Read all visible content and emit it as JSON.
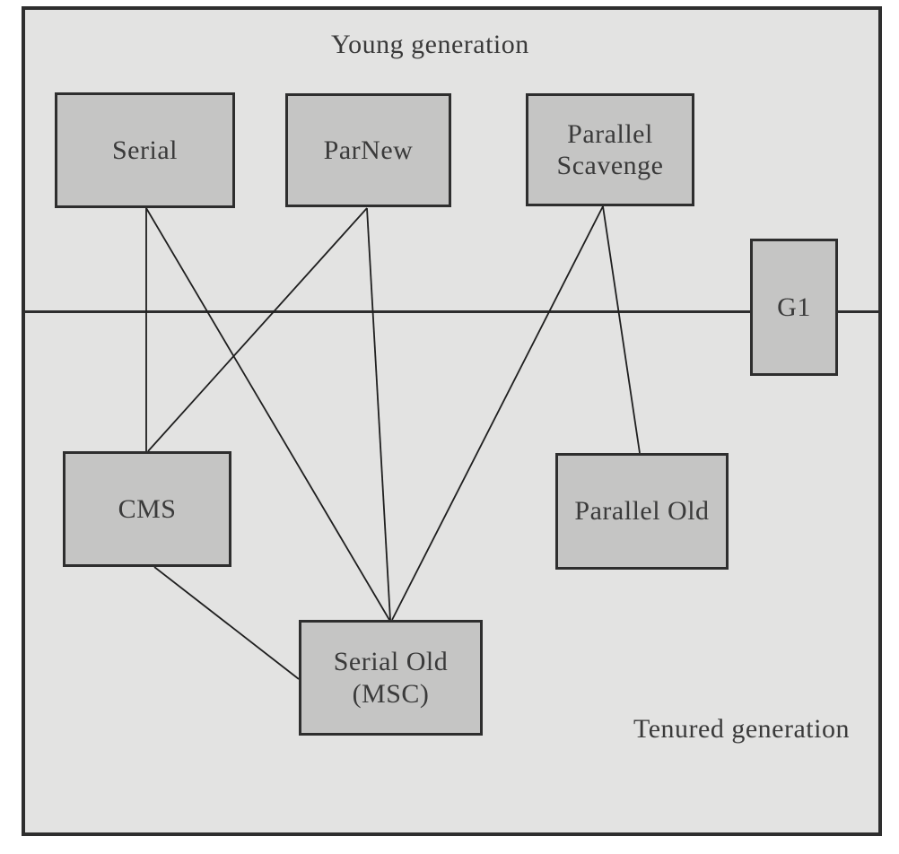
{
  "diagram": {
    "title_young_region": "Young generation",
    "title_tenured_region": "Tenured generation",
    "nodes": [
      {
        "id": "serial",
        "label": "Serial",
        "region": "young"
      },
      {
        "id": "parnew",
        "label": "ParNew",
        "region": "young"
      },
      {
        "id": "parallel-scavenge",
        "label": "Parallel\nScavenge",
        "region": "young"
      },
      {
        "id": "g1",
        "label": "G1",
        "region": "both"
      },
      {
        "id": "cms",
        "label": "CMS",
        "region": "tenured"
      },
      {
        "id": "parallel-old",
        "label": "Parallel Old",
        "region": "tenured"
      },
      {
        "id": "serial-old",
        "label": "Serial Old\n(MSC)",
        "region": "tenured"
      }
    ],
    "edges": [
      {
        "from": "Serial",
        "to": "CMS"
      },
      {
        "from": "Serial",
        "to": "Serial Old (MSC)"
      },
      {
        "from": "ParNew",
        "to": "CMS"
      },
      {
        "from": "ParNew",
        "to": "Serial Old (MSC)"
      },
      {
        "from": "Parallel Scavenge",
        "to": "Serial Old (MSC)"
      },
      {
        "from": "Parallel Scavenge",
        "to": "Parallel Old"
      },
      {
        "from": "CMS",
        "to": "Serial Old (MSC)"
      }
    ],
    "colors": {
      "canvas_background": "#e3e3e2",
      "node_fill": "#c5c5c4",
      "border": "#2e2e2e",
      "text": "#3a3a3a"
    }
  }
}
